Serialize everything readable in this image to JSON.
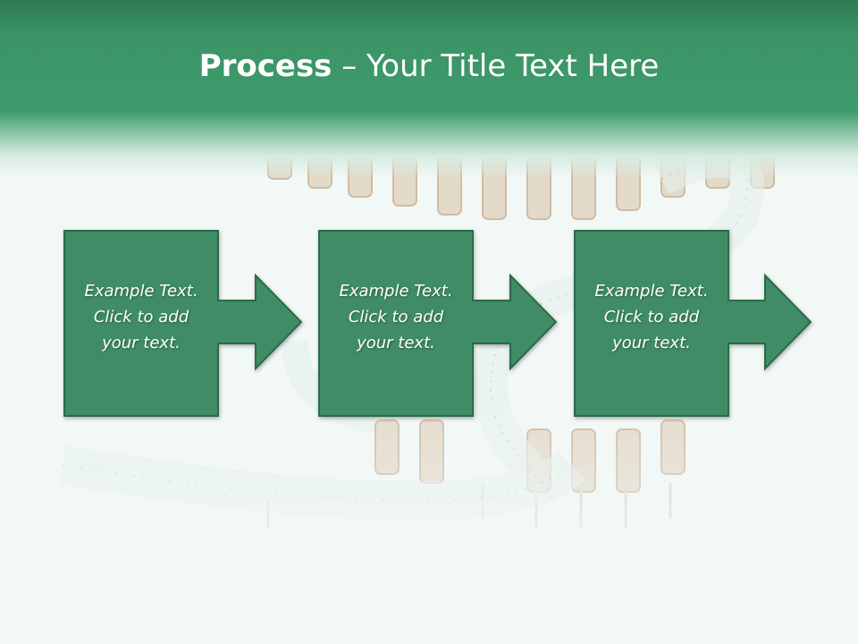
{
  "slide": {
    "title_bold": "Process",
    "title_rest": " – Your Title Text Here",
    "background_image": "pills-blister-packs-and-measuring-tape",
    "steps": [
      {
        "line1": "Example Text.",
        "line2": "Click  to add",
        "line3": "your text."
      },
      {
        "line1": "Example Text.",
        "line2": "Click  to add",
        "line3": "your text."
      },
      {
        "line1": "Example Text.",
        "line2": "Click  to add",
        "line3": "your text."
      }
    ]
  },
  "colors": {
    "header_dark": "#2f7a52",
    "header_mid": "#3f9a6c",
    "box_fill": "#3f8c66",
    "box_border": "#2a6a4a",
    "background": "#f2f8f6"
  }
}
